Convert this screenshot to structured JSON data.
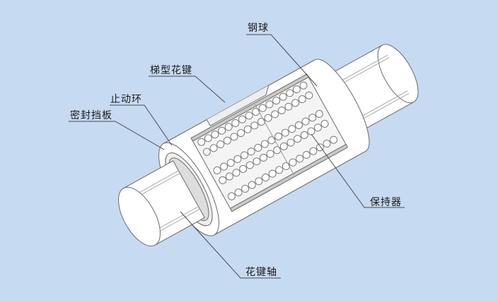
{
  "labels": {
    "steel_ball": "钢球",
    "trapezoid_spline": "梯型花键",
    "retaining_ring": "止动环",
    "seal_plate": "密封挡板",
    "retainer": "保持器",
    "spline_shaft": "花键轴"
  },
  "colors": {
    "background": "#c6daf1",
    "part_fill": "#ffffff",
    "outline": "#6a6a6a",
    "shade": "#c8c8c8",
    "leader": "#4a4a4a"
  }
}
